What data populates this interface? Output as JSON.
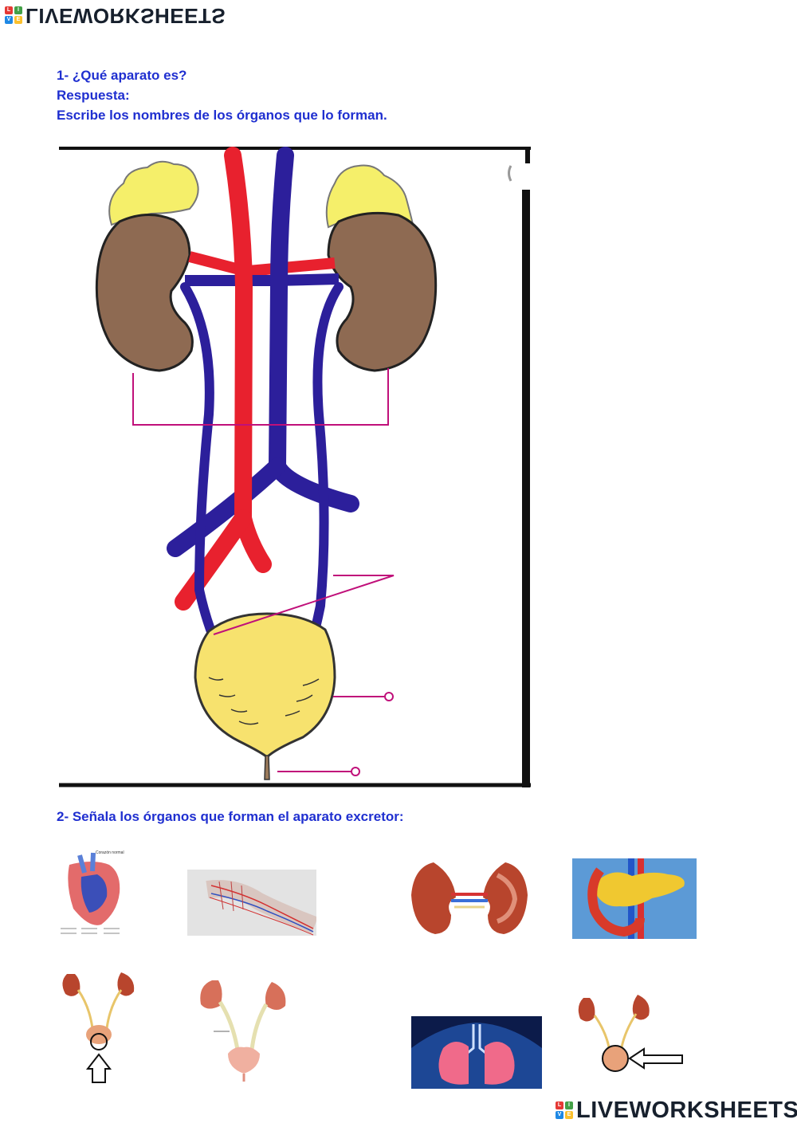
{
  "brand": {
    "name": "LIVEWORKSHEETS",
    "cube_letters": [
      "L",
      "I",
      "V",
      "E"
    ],
    "cube_colors": [
      "#e53935",
      "#43a047",
      "#1e88e5",
      "#fbc02d"
    ]
  },
  "question1": {
    "line1": "1- ¿Qué aparato es?",
    "line2": "Respuesta:",
    "line3": "Escribe los nombres de los órganos que lo forman."
  },
  "question2": {
    "title": "2- Señala los órganos que forman el aparato excretor:"
  },
  "thumbnails": {
    "heart_caption": "Corazón normal"
  },
  "colors": {
    "question_text": "#1f2fd0",
    "artery": "#e8212e",
    "vein": "#2c1f9b",
    "kidney": "#8e6a52",
    "gland": "#f5ef6a",
    "bladder": "#f7e26e",
    "label_line": "#c0107a"
  }
}
